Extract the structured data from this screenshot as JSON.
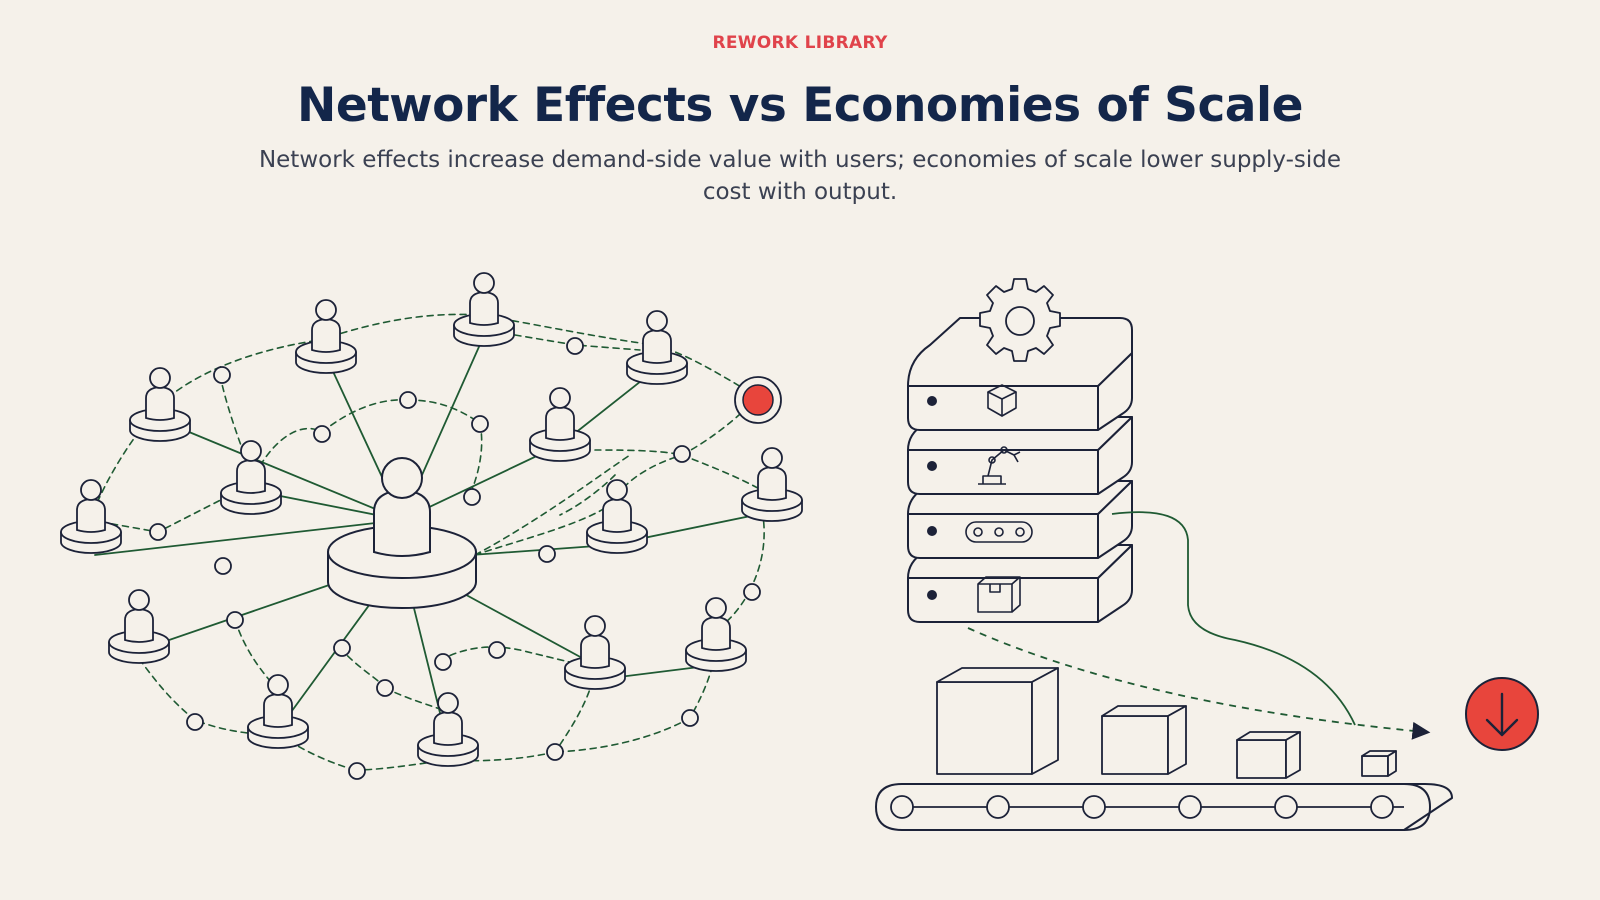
{
  "header": {
    "eyebrow": "REWORK LIBRARY",
    "title": "Network Effects vs Economies of Scale",
    "subtitle": "Network effects increase demand-side value with users; economies of scale lower supply-side cost with output."
  },
  "colors": {
    "background": "#f5f1ea",
    "ink": "#1c2238",
    "network_line": "#1f5a33",
    "accent": "#e8453c",
    "eyebrow": "#e0434b",
    "title": "#13264a"
  },
  "icons": {
    "network_hub": "person-hub-icon",
    "network_user": "person-icon",
    "network_highlight": "highlighted-node-icon",
    "stack_top": "gear-icon",
    "stack_layers": [
      "cube-icon",
      "robot-arm-icon",
      "conveyor-rollers-icon",
      "package-icon"
    ],
    "conveyor": "conveyor-belt-icon",
    "cost_down": "down-arrow-badge-icon"
  }
}
